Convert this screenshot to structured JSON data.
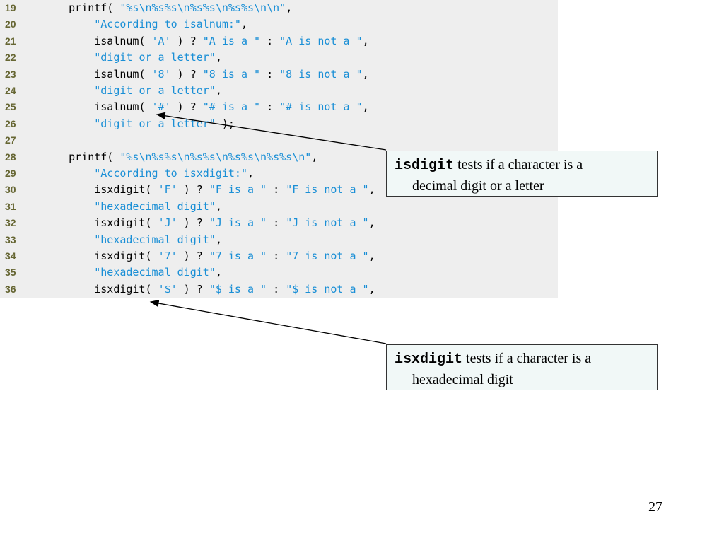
{
  "code": {
    "lines": [
      {
        "number": "19",
        "tokens": [
          {
            "t": "    printf( ",
            "k": "plain"
          },
          {
            "t": "\"%s\\n%s%s\\n%s%s\\n%s%s\\n\\n\"",
            "k": "str"
          },
          {
            "t": ",",
            "k": "plain"
          }
        ]
      },
      {
        "number": "20",
        "tokens": [
          {
            "t": "        ",
            "k": "plain"
          },
          {
            "t": "\"According to isalnum:\"",
            "k": "str"
          },
          {
            "t": ",",
            "k": "plain"
          }
        ]
      },
      {
        "number": "21",
        "tokens": [
          {
            "t": "        isalnum( ",
            "k": "plain"
          },
          {
            "t": "'A'",
            "k": "chr"
          },
          {
            "t": " ) ? ",
            "k": "plain"
          },
          {
            "t": "\"A is a \"",
            "k": "str"
          },
          {
            "t": " : ",
            "k": "plain"
          },
          {
            "t": "\"A is not a \"",
            "k": "str"
          },
          {
            "t": ",",
            "k": "plain"
          }
        ]
      },
      {
        "number": "22",
        "tokens": [
          {
            "t": "        ",
            "k": "plain"
          },
          {
            "t": "\"digit or a letter\"",
            "k": "str"
          },
          {
            "t": ",",
            "k": "plain"
          }
        ]
      },
      {
        "number": "23",
        "tokens": [
          {
            "t": "        isalnum( ",
            "k": "plain"
          },
          {
            "t": "'8'",
            "k": "chr"
          },
          {
            "t": " ) ? ",
            "k": "plain"
          },
          {
            "t": "\"8 is a \"",
            "k": "str"
          },
          {
            "t": " : ",
            "k": "plain"
          },
          {
            "t": "\"8 is not a \"",
            "k": "str"
          },
          {
            "t": ",",
            "k": "plain"
          }
        ]
      },
      {
        "number": "24",
        "tokens": [
          {
            "t": "        ",
            "k": "plain"
          },
          {
            "t": "\"digit or a letter\"",
            "k": "str"
          },
          {
            "t": ",",
            "k": "plain"
          }
        ]
      },
      {
        "number": "25",
        "tokens": [
          {
            "t": "        isalnum( ",
            "k": "plain"
          },
          {
            "t": "'#'",
            "k": "chr"
          },
          {
            "t": " ) ? ",
            "k": "plain"
          },
          {
            "t": "\"# is a \"",
            "k": "str"
          },
          {
            "t": " : ",
            "k": "plain"
          },
          {
            "t": "\"# is not a \"",
            "k": "str"
          },
          {
            "t": ",",
            "k": "plain"
          }
        ]
      },
      {
        "number": "26",
        "tokens": [
          {
            "t": "        ",
            "k": "plain"
          },
          {
            "t": "\"digit or a letter\"",
            "k": "str"
          },
          {
            "t": " );",
            "k": "plain"
          }
        ]
      },
      {
        "number": "27",
        "tokens": []
      },
      {
        "number": "28",
        "tokens": [
          {
            "t": "    printf( ",
            "k": "plain"
          },
          {
            "t": "\"%s\\n%s%s\\n%s%s\\n%s%s\\n%s%s\\n\"",
            "k": "str"
          },
          {
            "t": ",",
            "k": "plain"
          }
        ]
      },
      {
        "number": "29",
        "tokens": [
          {
            "t": "        ",
            "k": "plain"
          },
          {
            "t": "\"According to isxdigit:\"",
            "k": "str"
          },
          {
            "t": ",",
            "k": "plain"
          }
        ]
      },
      {
        "number": "30",
        "tokens": [
          {
            "t": "        isxdigit( ",
            "k": "plain"
          },
          {
            "t": "'F'",
            "k": "chr"
          },
          {
            "t": " ) ? ",
            "k": "plain"
          },
          {
            "t": "\"F is a \"",
            "k": "str"
          },
          {
            "t": " : ",
            "k": "plain"
          },
          {
            "t": "\"F is not a \"",
            "k": "str"
          },
          {
            "t": ",",
            "k": "plain"
          }
        ]
      },
      {
        "number": "31",
        "tokens": [
          {
            "t": "        ",
            "k": "plain"
          },
          {
            "t": "\"hexadecimal digit\"",
            "k": "str"
          },
          {
            "t": ",",
            "k": "plain"
          }
        ]
      },
      {
        "number": "32",
        "tokens": [
          {
            "t": "        isxdigit( ",
            "k": "plain"
          },
          {
            "t": "'J'",
            "k": "chr"
          },
          {
            "t": " ) ? ",
            "k": "plain"
          },
          {
            "t": "\"J is a \"",
            "k": "str"
          },
          {
            "t": " : ",
            "k": "plain"
          },
          {
            "t": "\"J is not a \"",
            "k": "str"
          },
          {
            "t": ",",
            "k": "plain"
          }
        ]
      },
      {
        "number": "33",
        "tokens": [
          {
            "t": "        ",
            "k": "plain"
          },
          {
            "t": "\"hexadecimal digit\"",
            "k": "str"
          },
          {
            "t": ",",
            "k": "plain"
          }
        ]
      },
      {
        "number": "34",
        "tokens": [
          {
            "t": "        isxdigit( ",
            "k": "plain"
          },
          {
            "t": "'7'",
            "k": "chr"
          },
          {
            "t": " ) ? ",
            "k": "plain"
          },
          {
            "t": "\"7 is a \"",
            "k": "str"
          },
          {
            "t": " : ",
            "k": "plain"
          },
          {
            "t": "\"7 is not a \"",
            "k": "str"
          },
          {
            "t": ",",
            "k": "plain"
          }
        ]
      },
      {
        "number": "35",
        "tokens": [
          {
            "t": "        ",
            "k": "plain"
          },
          {
            "t": "\"hexadecimal digit\"",
            "k": "str"
          },
          {
            "t": ",",
            "k": "plain"
          }
        ]
      },
      {
        "number": "36",
        "tokens": [
          {
            "t": "        isxdigit( ",
            "k": "plain"
          },
          {
            "t": "'$'",
            "k": "chr"
          },
          {
            "t": " ) ? ",
            "k": "plain"
          },
          {
            "t": "\"$ is a \"",
            "k": "str"
          },
          {
            "t": " : ",
            "k": "plain"
          },
          {
            "t": "\"$ is not a \"",
            "k": "str"
          },
          {
            "t": ",",
            "k": "plain"
          }
        ]
      }
    ]
  },
  "callouts": {
    "isdigit": {
      "keyword": "isdigit",
      "line1": " tests if a character is a",
      "line2": "decimal digit or a letter"
    },
    "isxdigit": {
      "keyword": "isxdigit",
      "line1": " tests if a character is a",
      "line2": "hexadecimal digit"
    }
  },
  "slide_number": "27",
  "colors": {
    "panel_bg": "#eeeeee",
    "string": "#1a8fd6",
    "line_number": "#666633",
    "callout_bg": "#f1f8f7"
  }
}
